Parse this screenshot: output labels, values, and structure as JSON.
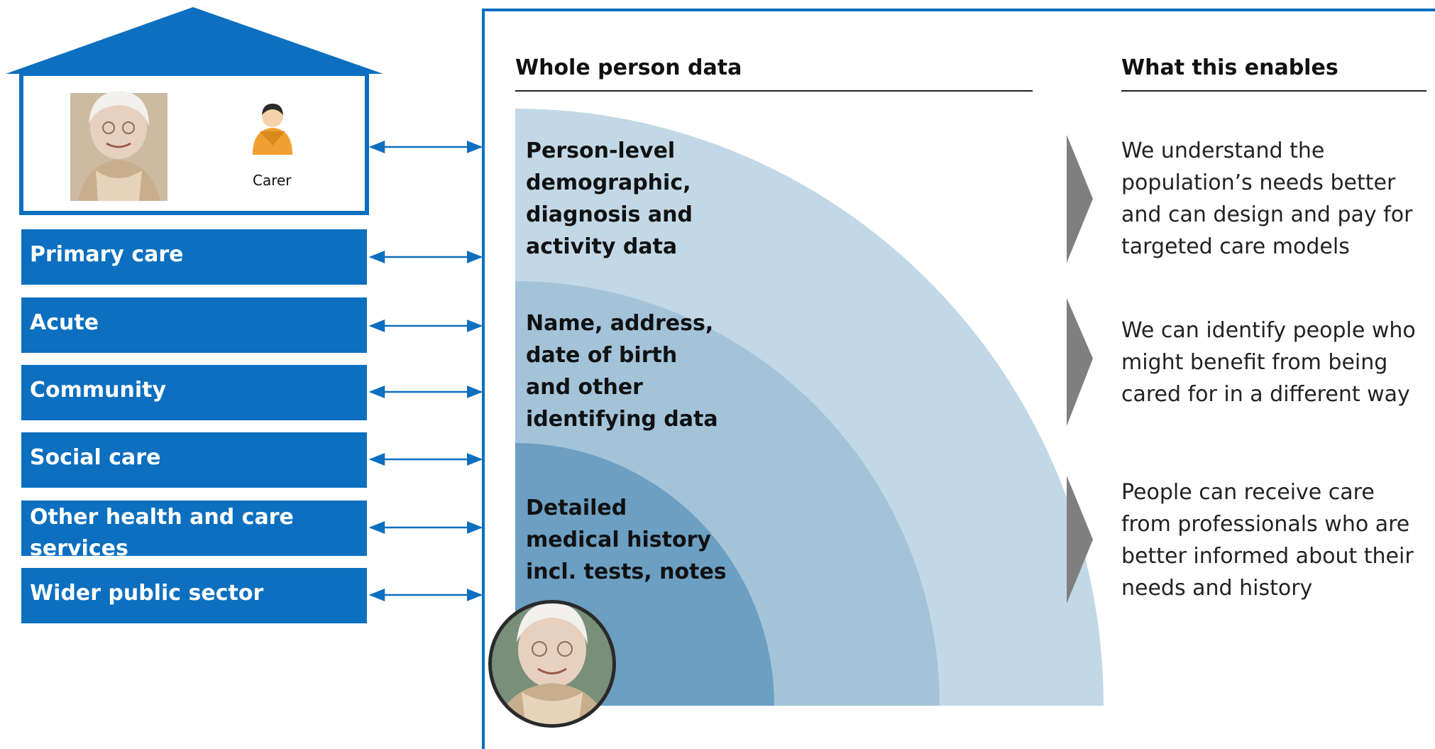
{
  "headings": {
    "left": "Whole person data",
    "right": "What this enables"
  },
  "data_layers": [
    {
      "lines": [
        "Person-level",
        "demographic,",
        "diagnosis and",
        "activity data"
      ],
      "color": "#c2d8e6"
    },
    {
      "lines": [
        "Name, address,",
        "date of birth",
        "and other",
        "identifying data"
      ],
      "color": "#a3c3d9"
    },
    {
      "lines": [
        "Detailed",
        "medical history",
        "incl. tests, notes"
      ],
      "color": "#6c9fc2"
    }
  ],
  "benefits": [
    {
      "lines": [
        "We understand the",
        "population’s needs better",
        "and can design and pay for",
        "targeted care models"
      ]
    },
    {
      "lines": [
        "We can identify people who",
        "might benefit from being",
        "cared for in a different way"
      ]
    },
    {
      "lines": [
        "People can receive care",
        "from professionals who are",
        "better informed about their",
        "needs and history"
      ]
    }
  ],
  "home": {
    "carer_label": "Carer"
  },
  "services": [
    {
      "lines": [
        "Primary care"
      ]
    },
    {
      "lines": [
        "Acute"
      ]
    },
    {
      "lines": [
        "Community"
      ]
    },
    {
      "lines": [
        "Social care"
      ]
    },
    {
      "lines": [
        "Other health and care",
        "services"
      ]
    },
    {
      "lines": [
        "Wider public sector"
      ]
    }
  ],
  "colors": {
    "service_blue": "#0c6fbf",
    "arrow_grey": "#7f7f7f",
    "rule": "#222222"
  },
  "icons": {
    "person_photo": "elderly-woman-photo",
    "carer": "carer-person-icon",
    "chevron": "chevron-right-icon"
  }
}
